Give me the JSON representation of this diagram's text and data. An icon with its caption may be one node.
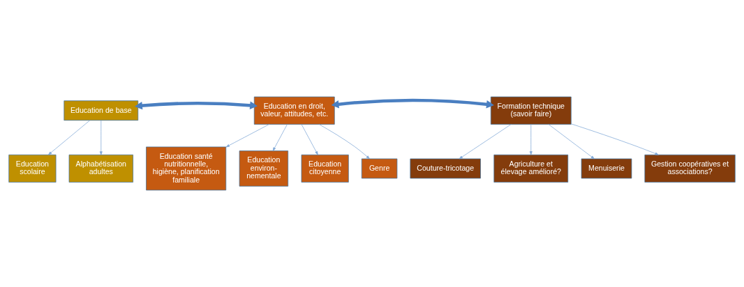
{
  "diagram": {
    "nodes": [
      {
        "text": [
          "Education scolaire"
        ]
      },
      {
        "text": [
          "Education santé nutritionnelle, higiène, planification familiale"
        ]
      },
      {
        "text": [
          "Education environ- nementale"
        ]
      },
      {
        "text": [
          "Menuiserie"
        ]
      },
      {
        "text": [
          "Gestion coopératives et associations?"
        ]
      },
      {
        "text": [
          "Education de base"
        ]
      },
      {
        "text": [
          "Education en droit, valeur, attitudes, etc."
        ]
      },
      {
        "text": [
          "Formation technique (savoir faire)"
        ]
      },
      {
        "text": [
          "Alphabétisation adultes"
        ]
      },
      {
        "text": [
          "Education citoyenne"
        ]
      },
      {
        "text": [
          "Genre"
        ]
      },
      {
        "text": [
          "Couture-tricotage"
        ]
      },
      {
        "text": [
          "Agriculture et élevage amélioré?"
        ]
      }
    ],
    "edges": [
      {
        "from": 5,
        "to": 0,
        "arrow": "to"
      },
      {
        "from": 5,
        "to": 8,
        "arrow": "to"
      },
      {
        "from": 5,
        "to": 6,
        "arrow": "both",
        "style": "thick",
        "color": "#4a7fc1"
      },
      {
        "from": 6,
        "to": 7,
        "arrow": "both",
        "style": "thick",
        "color": "#4a7fc1"
      },
      {
        "from": 6,
        "to": 1,
        "arrow": "to"
      },
      {
        "from": 6,
        "to": 2,
        "arrow": "to"
      },
      {
        "from": 6,
        "to": 9,
        "arrow": "to"
      },
      {
        "from": 6,
        "to": 10,
        "arrow": "to"
      },
      {
        "from": 7,
        "to": 3,
        "arrow": "to"
      },
      {
        "from": 7,
        "to": 4,
        "arrow": "to"
      },
      {
        "from": 7,
        "to": 11,
        "arrow": "to"
      },
      {
        "from": 7,
        "to": 12,
        "arrow": "to"
      }
    ]
  }
}
